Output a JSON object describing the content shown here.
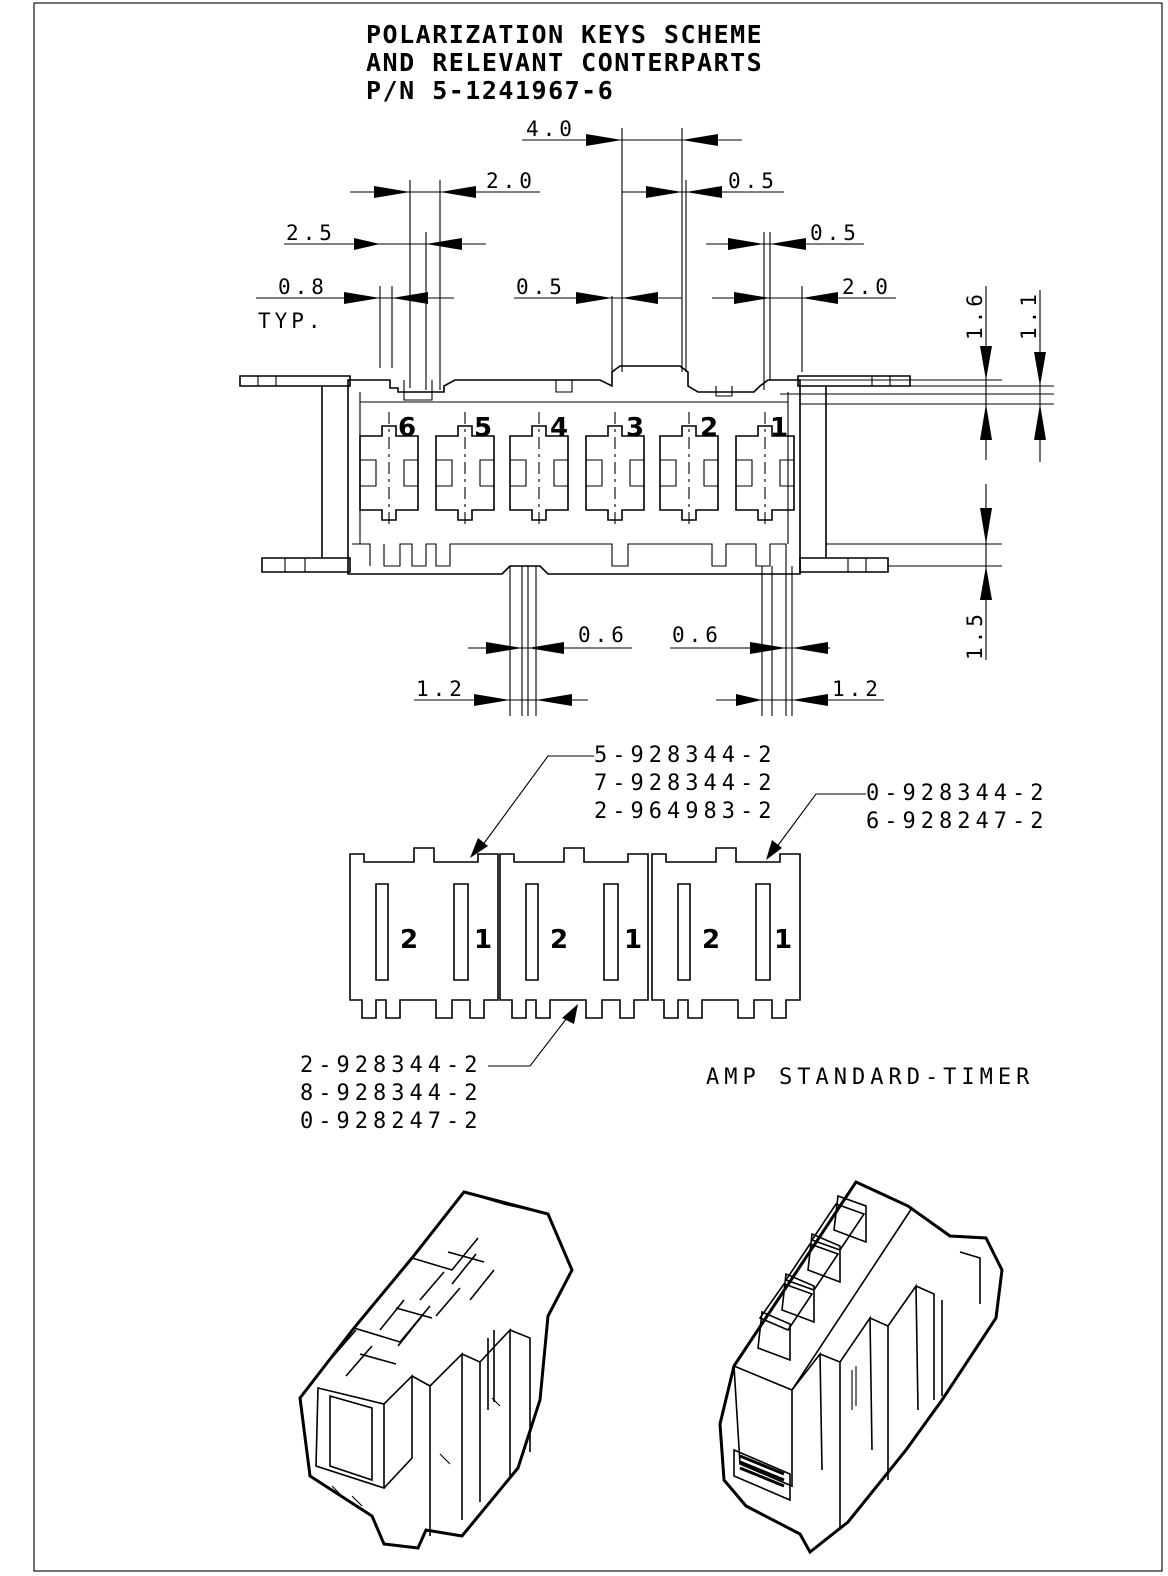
{
  "title": {
    "line1": "POLARIZATION KEYS SCHEME",
    "line2": "AND RELEVANT CONTERPARTS",
    "line3": "P/N 5-1241967-6"
  },
  "dimensions": {
    "d4_0": "4.0",
    "d2_0_top": "2.0",
    "d0_5_a": "0.5",
    "d2_5": "2.5",
    "d0_5_b": "0.5",
    "d0_8": "0.8",
    "typ": "TYP.",
    "d0_5_c": "0.5",
    "d2_0_right": "2.0",
    "d1_6": "1.6",
    "d1_1": "1.1",
    "d1_5": "1.5",
    "d0_6_left": "0.6",
    "d0_6_right": "0.6",
    "d1_2_left": "1.2",
    "d1_2_right": "1.2"
  },
  "cavities": [
    "6",
    "5",
    "4",
    "3",
    "2",
    "1"
  ],
  "housings": [
    {
      "left_num": "2",
      "right_num": "1"
    },
    {
      "left_num": "2",
      "right_num": "1"
    },
    {
      "left_num": "2",
      "right_num": "1"
    }
  ],
  "callouts": {
    "top_center": [
      "5-928344-2",
      "7-928344-2",
      "2-964983-2"
    ],
    "top_right": [
      "0-928344-2",
      "6-928247-2"
    ],
    "bottom_left": [
      "2-928344-2",
      "8-928344-2",
      "0-928247-2"
    ]
  },
  "note": "AMP STANDARD-TIMER"
}
